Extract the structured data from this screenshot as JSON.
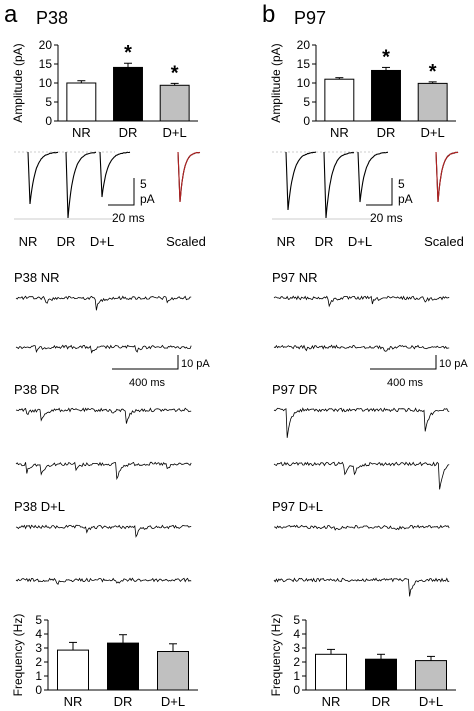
{
  "panels": [
    {
      "letter": "a",
      "title": "P38",
      "amplitude": {
        "ylabel": "Amplitude (pA)",
        "ylim": [
          0,
          20
        ],
        "yticks": [
          "0",
          "5",
          "10",
          "15",
          "20"
        ],
        "categories": [
          "NR",
          "DR",
          "D+L"
        ],
        "values": [
          10.0,
          14.1,
          9.4
        ],
        "errors": [
          0.6,
          1.1,
          0.5
        ],
        "fills": [
          "#ffffff",
          "#000000",
          "#c0c0c0"
        ],
        "significance": [
          "",
          "*",
          "*"
        ]
      },
      "avg_trace_labels": [
        "NR",
        "DR",
        "D+L",
        "Scaled"
      ],
      "scale_bar_main": {
        "amplitude": "5",
        "amplitude_unit": "pA",
        "time": "20 ms"
      },
      "trace_groups": [
        {
          "label": "P38 NR"
        },
        {
          "label": "P38 DR"
        },
        {
          "label": "P38 D+L"
        }
      ],
      "scale_bar_traces": {
        "amplitude": "10 pA",
        "time": "400 ms"
      },
      "frequency": {
        "ylabel": "Frequency (Hz)",
        "ylim": [
          0,
          5
        ],
        "yticks": [
          "0",
          "1",
          "2",
          "3",
          "4",
          "5"
        ],
        "categories": [
          "NR",
          "DR",
          "D+L"
        ],
        "values": [
          2.85,
          3.35,
          2.75
        ],
        "errors": [
          0.55,
          0.6,
          0.55
        ],
        "fills": [
          "#ffffff",
          "#000000",
          "#c0c0c0"
        ]
      }
    },
    {
      "letter": "b",
      "title": "P97",
      "amplitude": {
        "ylabel": "Amplitude (pA)",
        "ylim": [
          0,
          20
        ],
        "yticks": [
          "0",
          "5",
          "10",
          "15",
          "20"
        ],
        "categories": [
          "NR",
          "DR",
          "D+L"
        ],
        "values": [
          11.0,
          13.3,
          9.9
        ],
        "errors": [
          0.4,
          0.8,
          0.4
        ],
        "fills": [
          "#ffffff",
          "#000000",
          "#c0c0c0"
        ],
        "significance": [
          "",
          "*",
          "*"
        ]
      },
      "avg_trace_labels": [
        "NR",
        "DR",
        "D+L",
        "Scaled"
      ],
      "scale_bar_main": {
        "amplitude": "5",
        "amplitude_unit": "pA",
        "time": "20 ms"
      },
      "trace_groups": [
        {
          "label": "P97 NR"
        },
        {
          "label": "P97 DR"
        },
        {
          "label": "P97 D+L"
        }
      ],
      "scale_bar_traces": {
        "amplitude": "10 pA",
        "time": "400 ms"
      },
      "frequency": {
        "ylabel": "Frequency (Hz)",
        "ylim": [
          0,
          5
        ],
        "yticks": [
          "0",
          "1",
          "2",
          "3",
          "4",
          "5"
        ],
        "categories": [
          "NR",
          "DR",
          "D+L"
        ],
        "values": [
          2.55,
          2.2,
          2.1
        ],
        "errors": [
          0.35,
          0.35,
          0.3
        ],
        "fills": [
          "#ffffff",
          "#000000",
          "#c0c0c0"
        ]
      }
    }
  ],
  "colors": {
    "scaled_overlay": "#b22222",
    "trace": "#000000"
  },
  "chart_data": [
    {
      "type": "bar",
      "title": "P38",
      "categories": [
        "NR",
        "DR",
        "D+L"
      ],
      "values": [
        10.0,
        14.1,
        9.4
      ],
      "errors": [
        0.6,
        1.1,
        0.5
      ],
      "xlabel": "",
      "ylabel": "Amplitude (pA)",
      "ylim": [
        0,
        20
      ],
      "annotations": [
        "*",
        "*"
      ]
    },
    {
      "type": "bar",
      "title": "P97",
      "categories": [
        "NR",
        "DR",
        "D+L"
      ],
      "values": [
        11.0,
        13.3,
        9.9
      ],
      "errors": [
        0.4,
        0.8,
        0.4
      ],
      "xlabel": "",
      "ylabel": "Amplitude (pA)",
      "ylim": [
        0,
        20
      ],
      "annotations": [
        "*",
        "*"
      ]
    },
    {
      "type": "bar",
      "categories": [
        "NR",
        "DR",
        "D+L"
      ],
      "values": [
        2.85,
        3.35,
        2.75
      ],
      "errors": [
        0.55,
        0.6,
        0.55
      ],
      "xlabel": "",
      "ylabel": "Frequency (Hz)",
      "ylim": [
        0,
        5
      ]
    },
    {
      "type": "bar",
      "categories": [
        "NR",
        "DR",
        "D+L"
      ],
      "values": [
        2.55,
        2.2,
        2.1
      ],
      "errors": [
        0.35,
        0.35,
        0.3
      ],
      "xlabel": "",
      "ylabel": "Frequency (Hz)",
      "ylim": [
        0,
        5
      ]
    }
  ]
}
